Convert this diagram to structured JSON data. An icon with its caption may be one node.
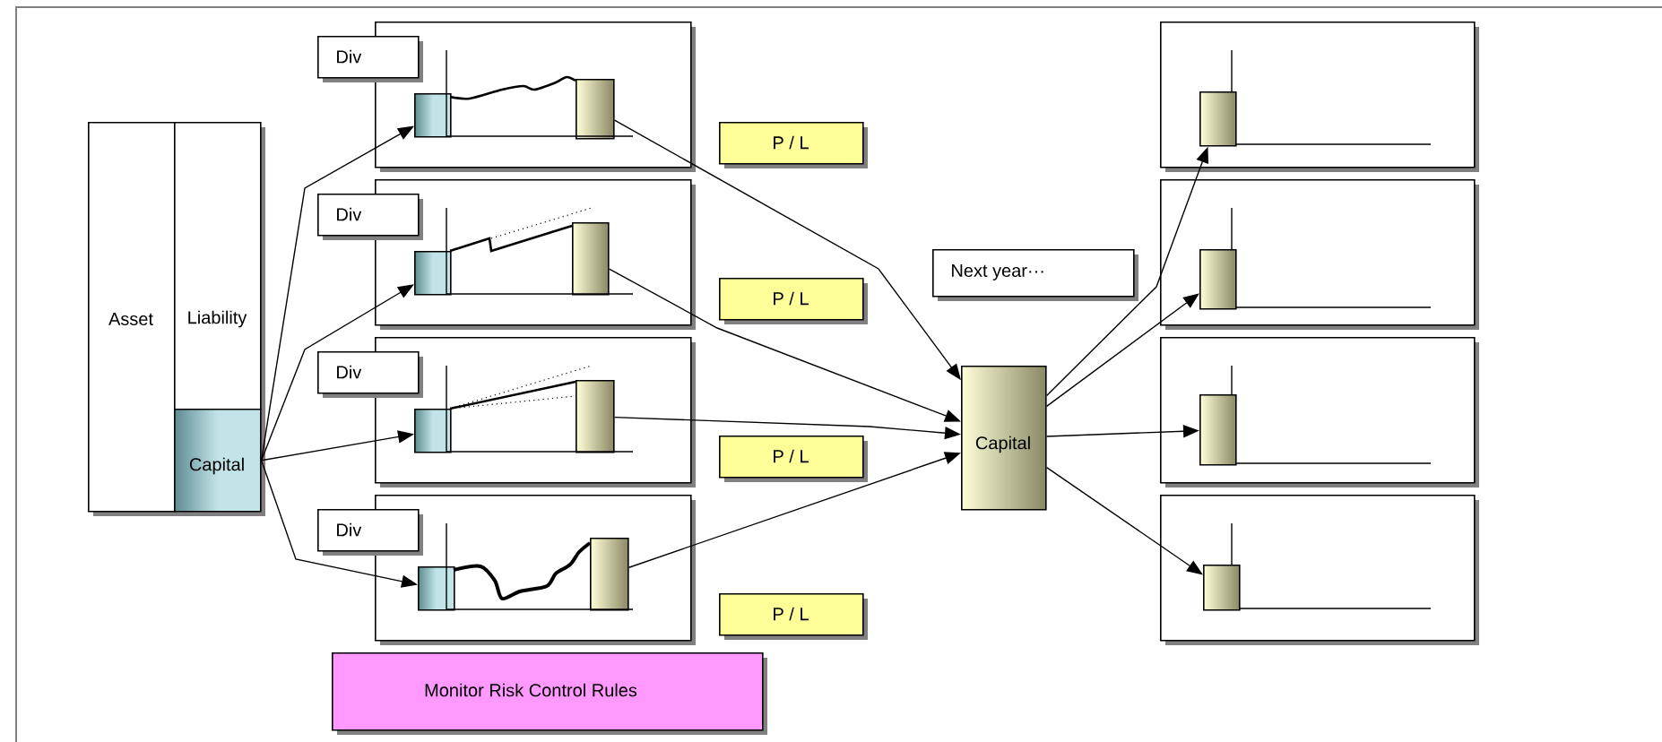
{
  "diagram": {
    "nodes": [
      {
        "text": [
          "Asset"
        ]
      },
      {
        "text": [
          "Liability"
        ]
      },
      {
        "text": [
          "Capital"
        ]
      },
      {
        "text": [
          "Div"
        ]
      },
      {
        "text": [],
        "shape": "box"
      },
      {
        "text": [],
        "shape": "bar",
        "in": 4
      },
      {
        "text": [],
        "shape": "bar",
        "in": 4
      },
      {
        "text": [
          "Div"
        ]
      },
      {
        "text": [],
        "shape": "box"
      },
      {
        "text": [],
        "shape": "bar",
        "in": 8
      },
      {
        "text": [],
        "shape": "bar",
        "in": 8
      },
      {
        "text": [
          "Div"
        ]
      },
      {
        "text": [],
        "shape": "box"
      },
      {
        "text": [],
        "shape": "bar",
        "in": 12
      },
      {
        "text": [],
        "shape": "bar",
        "in": 12
      },
      {
        "text": [
          "Div"
        ]
      },
      {
        "text": [],
        "shape": "box"
      },
      {
        "text": [],
        "shape": "bar",
        "in": 16
      },
      {
        "text": [],
        "shape": "bar",
        "in": 16
      },
      {
        "text": [
          "P / L"
        ]
      },
      {
        "text": [
          "P / L"
        ]
      },
      {
        "text": [
          "P / L"
        ]
      },
      {
        "text": [
          "P / L"
        ]
      },
      {
        "text": [
          "Capital"
        ]
      },
      {
        "text": [
          "Next year···"
        ]
      },
      {
        "text": [],
        "shape": "box"
      },
      {
        "text": [],
        "shape": "bar",
        "in": 25
      },
      {
        "text": [],
        "shape": "box"
      },
      {
        "text": [],
        "shape": "bar",
        "in": 27
      },
      {
        "text": [],
        "shape": "box"
      },
      {
        "text": [],
        "shape": "bar",
        "in": 29
      },
      {
        "text": [],
        "shape": "box"
      },
      {
        "text": [],
        "shape": "bar",
        "in": 31
      },
      {
        "text": [
          "Monitor Risk Control Rules"
        ]
      }
    ],
    "edges": [
      {
        "from": 2,
        "to": 5,
        "arrow": "to"
      },
      {
        "from": 2,
        "to": 9,
        "arrow": "to"
      },
      {
        "from": 2,
        "to": 13,
        "arrow": "to"
      },
      {
        "from": 2,
        "to": 17,
        "arrow": "to"
      },
      {
        "from": 6,
        "to": 23,
        "arrow": "to"
      },
      {
        "from": 10,
        "to": 23,
        "arrow": "to"
      },
      {
        "from": 14,
        "to": 23,
        "arrow": "to"
      },
      {
        "from": 18,
        "to": 23,
        "arrow": "to"
      },
      {
        "from": 23,
        "to": 26,
        "arrow": "to"
      },
      {
        "from": 23,
        "to": 28,
        "arrow": "to"
      },
      {
        "from": 23,
        "to": 30,
        "arrow": "to"
      },
      {
        "from": 23,
        "to": 32,
        "arrow": "to"
      }
    ]
  }
}
